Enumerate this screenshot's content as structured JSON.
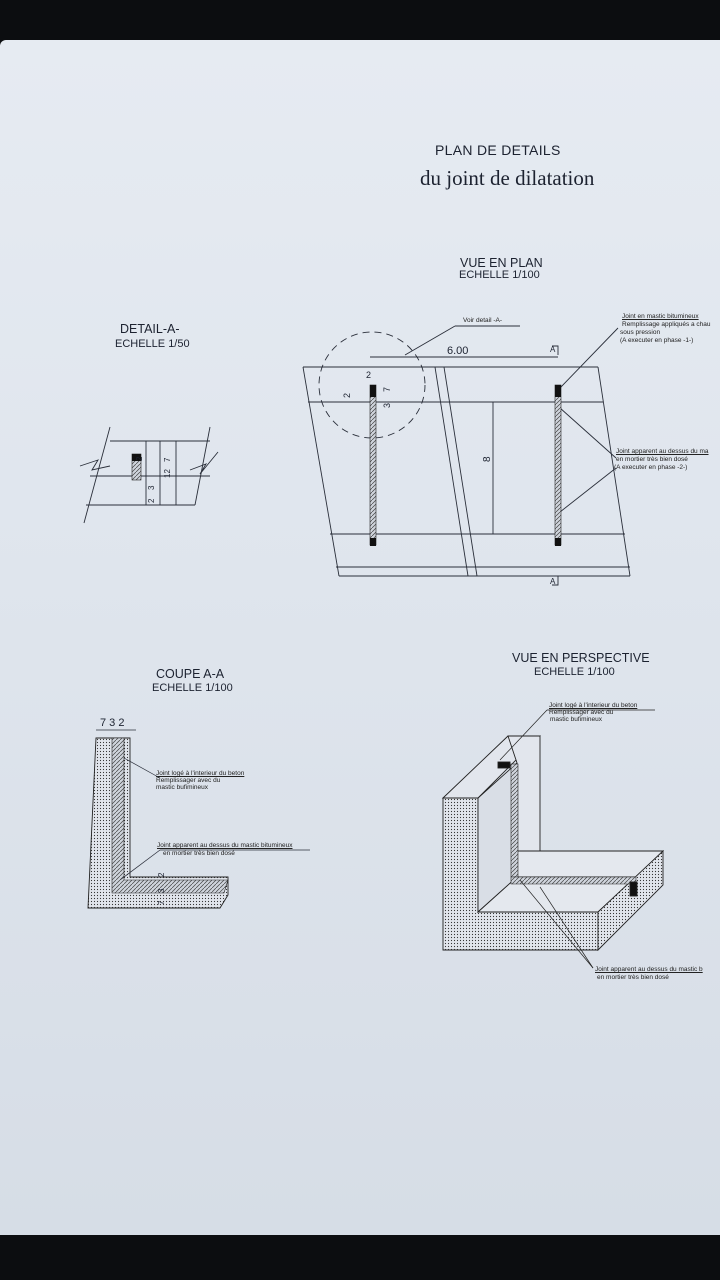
{
  "title": {
    "line1": "PLAN DE DETAILS",
    "line2": "du joint de dilatation"
  },
  "vue_en_plan": {
    "heading": "VUE EN PLAN",
    "scale": "ECHELLE 1/100",
    "voir_detail": "Voir detail -A-",
    "dim_top": "6.00",
    "dim_side": "8",
    "dim_a": "2",
    "dim_b": "2",
    "dim_c": "3",
    "dim_d": "7",
    "section_mark": "A",
    "note1": {
      "l1": "Joint en mastic bitumineux",
      "l2": "Remplissage appliqués a chau",
      "l3": "sous pression",
      "l4": "(A executer en phase -1-)"
    },
    "note2": {
      "l1": "Joint apparent au dessus du ma",
      "l2": "en mortier très bien dosé",
      "l3": "(A executer en phase -2-)"
    }
  },
  "detail_a": {
    "heading": "DETAIL-A-",
    "scale": "ECHELLE 1/50",
    "dims": [
      "2",
      "7",
      "2",
      "3",
      "12"
    ]
  },
  "coupe": {
    "heading": "COUPE A-A",
    "scale": "ECHELLE 1/100",
    "dims_top": "7 3 2",
    "dim_v1": "2",
    "dim_v2": "3",
    "dim_v3": "7",
    "note1": {
      "l1": "Joint logé à l'interieur du beton",
      "l2": "Remplissager avec du",
      "l3": "mastic bufimineux"
    },
    "note2": {
      "l1": "Joint apparent au dessus du mastic bitumineux",
      "l2": "en mortier très bien dosé"
    }
  },
  "perspective": {
    "heading": "VUE EN PERSPECTIVE",
    "scale": "ECHELLE 1/100",
    "note1": {
      "l1": "Joint logé à l'interieur du beton",
      "l2": "Remplissager avec du",
      "l3": "mastic bufimineux"
    },
    "note2": {
      "l1": "Joint apparent au dessus du mastic b",
      "l2": "en mortier très bien dosé"
    }
  }
}
